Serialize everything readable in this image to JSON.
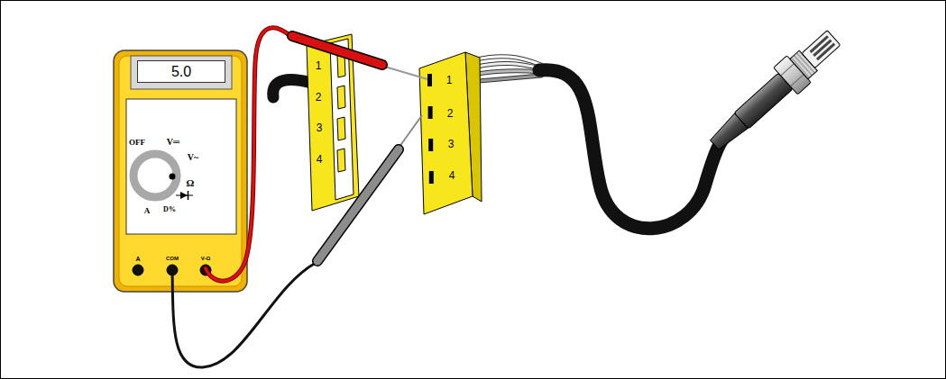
{
  "diagram": {
    "nodes": [
      {
        "text": [
          "OFF",
          "V═",
          "V~",
          "Ω",
          "A",
          "D%",
          "A",
          "COM",
          "V-Ω"
        ]
      },
      {
        "text": [
          "5.0"
        ],
        "in": 0
      },
      {
        "text": [
          "1",
          "2",
          "3",
          "4"
        ]
      },
      {
        "text": [
          "1",
          "2",
          "3",
          "4"
        ]
      }
    ]
  }
}
